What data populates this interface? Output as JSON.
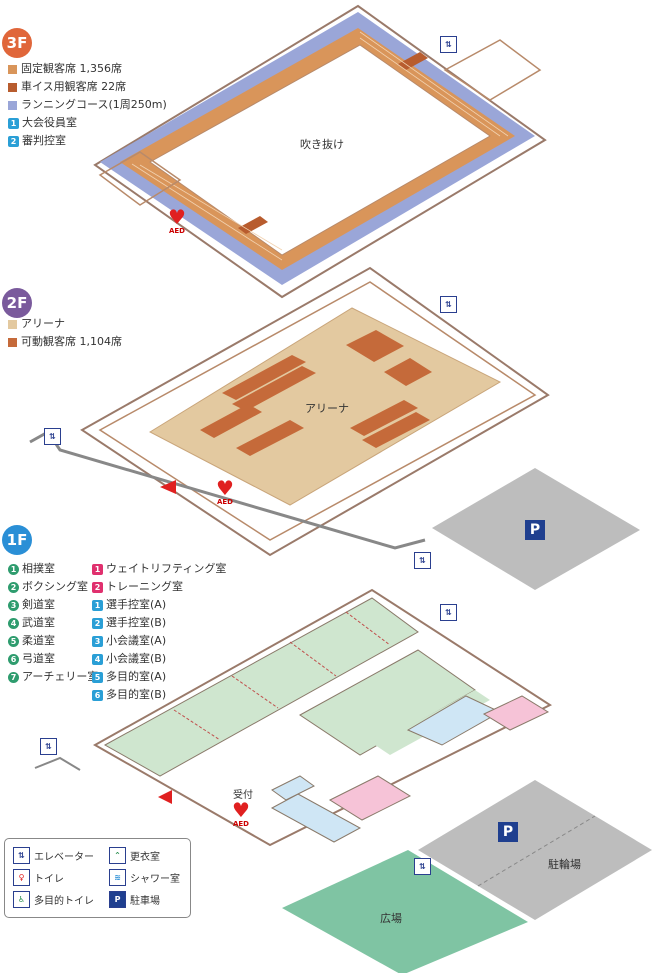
{
  "floors": {
    "f3": {
      "badge": "3F",
      "legend": [
        {
          "label": "固定観客席  1,356席",
          "color": "#d9955a"
        },
        {
          "label": "車イス用観客席 22席",
          "color": "#b85c2e"
        },
        {
          "label": "ランニングコース(1周250m)",
          "color": "#9aa6d8"
        },
        {
          "label": "大会役員室",
          "num": "1"
        },
        {
          "label": "審判控室",
          "num": "2"
        }
      ],
      "atrium_label": "吹き抜け",
      "aed_label": "AED"
    },
    "f2": {
      "badge": "2F",
      "legend": [
        {
          "label": "アリーナ",
          "color": "#e3c9a0"
        },
        {
          "label": "可動観客席  1,104席",
          "color": "#c56a3a"
        }
      ],
      "arena_label": "アリーナ",
      "aed_label": "AED"
    },
    "f1": {
      "badge": "1F",
      "rooms_green": [
        {
          "num": "1",
          "label": "相撲室"
        },
        {
          "num": "2",
          "label": "ボクシング室"
        },
        {
          "num": "3",
          "label": "剣道室"
        },
        {
          "num": "4",
          "label": "武道室"
        },
        {
          "num": "5",
          "label": "柔道室"
        },
        {
          "num": "6",
          "label": "弓道室"
        },
        {
          "num": "7",
          "label": "アーチェリー室"
        }
      ],
      "rooms_other": [
        {
          "num": "1",
          "label": "ウェイトリフティング室",
          "kind": "pink"
        },
        {
          "num": "2",
          "label": "トレーニング室",
          "kind": "pink"
        },
        {
          "num": "1",
          "label": "選手控室(A)",
          "kind": "blue"
        },
        {
          "num": "2",
          "label": "選手控室(B)",
          "kind": "blue"
        },
        {
          "num": "3",
          "label": "小会議室(A)",
          "kind": "blue"
        },
        {
          "num": "4",
          "label": "小会議室(B)",
          "kind": "blue"
        },
        {
          "num": "5",
          "label": "多目的室(A)",
          "kind": "blue"
        },
        {
          "num": "6",
          "label": "多目的室(B)",
          "kind": "blue"
        }
      ],
      "reception_label": "受付",
      "aed_label": "AED",
      "plaza_label": "広場",
      "bike_label": "駐輪場"
    }
  },
  "parking_letter": "P",
  "key": {
    "elevator": "エレベーター",
    "toilet": "トイレ",
    "accessible_toilet": "多目的トイレ",
    "changing": "更衣室",
    "shower": "シャワー室",
    "parking": "駐車場"
  },
  "colors": {
    "badge_3f": "#e0663a",
    "badge_2f": "#7a5a9c",
    "badge_1f": "#2a8fd6",
    "fixed_seat": "#d9955a",
    "wheelchair_seat": "#b85c2e",
    "running_course": "#9aa6d8",
    "arena": "#e3c9a0",
    "movable_seat": "#c56a3a",
    "green_room": "#cfe6cf",
    "pink_room": "#f6c3d7",
    "blue_room": "#cfe6f5",
    "plaza": "#7fc4a3",
    "parking_gray": "#bdbdbd",
    "elevator_blue": "#2a3f8f"
  }
}
